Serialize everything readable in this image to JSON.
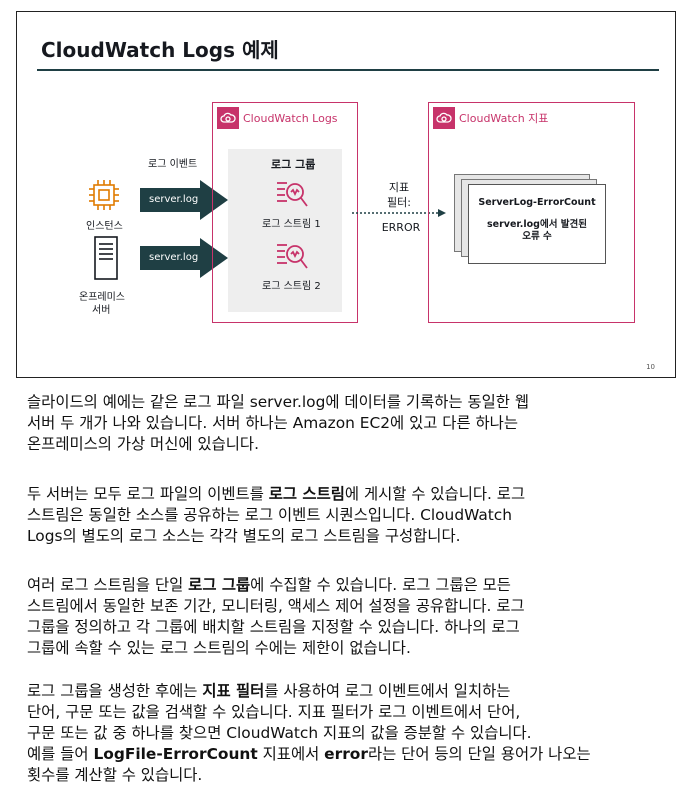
{
  "slide": {
    "title": "CloudWatch Logs 예제",
    "page_number": "10",
    "log_events_label": "로그 이벤트",
    "instance_label": "인스턴스",
    "onprem_label_line1": "온프레미스",
    "onprem_label_line2": "서버",
    "arrow1_label": "server.log",
    "arrow2_label": "server.log",
    "logs_group_label": "CloudWatch Logs",
    "log_group_title": "로그 그룹",
    "stream1_label": "로그 스트림 1",
    "stream2_label": "로그 스트림 2",
    "filter_line1": "지표",
    "filter_line2": "필터:",
    "filter_value": "ERROR",
    "metrics_group_label": "CloudWatch 지표",
    "metric_name": "ServerLog-ErrorCount",
    "metric_desc_line1": "server.log에서 발견된",
    "metric_desc_line2": "오류 수",
    "colors": {
      "accent": "#c7336a",
      "arrow": "#1f3f44",
      "ec2": "#e07b00"
    }
  },
  "body": {
    "p1": [
      "슬라이드의 예에는 같은 로그 파일 server.log에 데이터를 기록하는 동일한 웹",
      "서버 두 개가 나와 있습니다. 서버 하나는 Amazon EC2에 있고 다른 하나는",
      "온프레미스의 가상 머신에 있습니다."
    ],
    "p2": {
      "l1a": "두 서버는 모두 로그 파일의 이벤트를 ",
      "l1b": "로그 스트림",
      "l1c": "에 게시할 수 있습니다. 로그",
      "l2": "스트림은 동일한 소스를 공유하는 로그 이벤트 시퀀스입니다. CloudWatch",
      "l3": "Logs의 별도의 로그 소스는 각각 별도의 로그 스트림을 구성합니다."
    },
    "p3": {
      "l1a": "여러 로그 스트림을 단일 ",
      "l1b": "로그 그룹",
      "l1c": "에 수집할 수 있습니다. 로그 그룹은 모든",
      "l2": "스트림에서 동일한 보존 기간, 모니터링, 액세스 제어 설정을 공유합니다. 로그",
      "l3": "그룹을 정의하고 각 그룹에 배치할 스트림을 지정할 수 있습니다. 하나의 로그",
      "l4": "그룹에 속할 수 있는 로그 스트림의 수에는 제한이 없습니다."
    },
    "p4": {
      "l1a": "로그 그룹을 생성한 후에는 ",
      "l1b": "지표 필터",
      "l1c": "를 사용하여 로그 이벤트에서 일치하는",
      "l2": "단어, 구문 또는 값을 검색할 수 있습니다. 지표 필터가 로그 이벤트에서 단어,",
      "l3": "구문 또는 값 중 하나를 찾으면 CloudWatch 지표의 값을 증분할 수 있습니다.",
      "l4a": "예를 들어 ",
      "l4b": "LogFile-ErrorCount",
      "l4c": " 지표에서 ",
      "l4d": "error",
      "l4e": "라는 단어 등의 단일 용어가 나오는",
      "l5": "횟수를 계산할 수 있습니다."
    }
  }
}
